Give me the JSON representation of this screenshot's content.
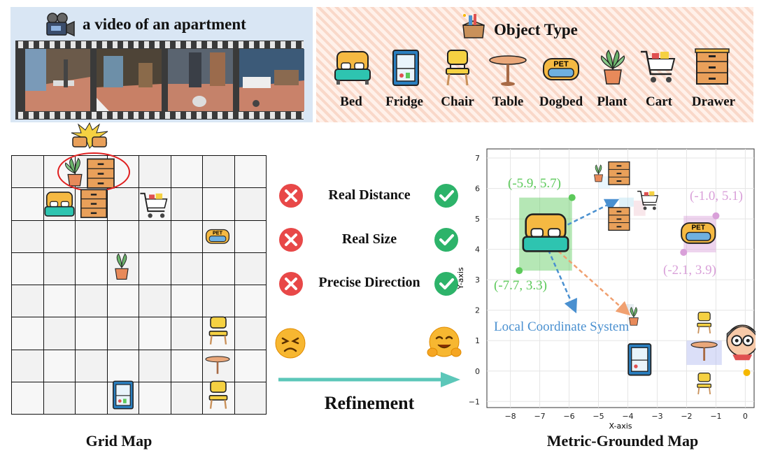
{
  "video": {
    "title": "a video of an apartment",
    "icon": "video-camera-icon"
  },
  "object_type": {
    "title": "Object Type",
    "icon": "box-icon",
    "items": [
      {
        "label": "Bed",
        "icon": "bed-icon"
      },
      {
        "label": "Fridge",
        "icon": "fridge-icon"
      },
      {
        "label": "Chair",
        "icon": "chair-icon"
      },
      {
        "label": "Table",
        "icon": "table-icon"
      },
      {
        "label": "Dogbed",
        "icon": "dogbed-icon"
      },
      {
        "label": "Plant",
        "icon": "plant-icon"
      },
      {
        "label": "Cart",
        "icon": "cart-icon"
      },
      {
        "label": "Drawer",
        "icon": "drawer-icon"
      }
    ]
  },
  "dogbed_text": "PET",
  "grid_map": {
    "label": "Grid Map",
    "rows": 8,
    "cols": 8
  },
  "comparison": {
    "rows": [
      {
        "label": "Real Distance"
      },
      {
        "label": "Real Size"
      },
      {
        "label": "Precise Direction"
      }
    ],
    "refinement_label": "Refinement"
  },
  "metric_map": {
    "label": "Metric-Grounded Map",
    "xlabel": "X-axis",
    "ylabel": "Y-axis",
    "xlim": [
      -8.8,
      0.3
    ],
    "ylim": [
      -1.2,
      7.3
    ],
    "xticks": [
      "−8",
      "−7",
      "−6",
      "−5",
      "−4",
      "−3",
      "−2",
      "−1",
      "0"
    ],
    "yticks": [
      "−1",
      "0",
      "1",
      "2",
      "3",
      "4",
      "5",
      "6",
      "7"
    ],
    "coords": {
      "bed_top": "(-5.9, 5.7)",
      "bed_bottom": "(-7.7, 3.3)",
      "dogbed_top": "(-1.0, 5.1)",
      "dogbed_bottom": "(-2.1, 3.9)"
    },
    "local_coord_label": "Local Coordinate System",
    "colors": {
      "bed": "#5cc95a",
      "dogbed": "#d9a0d9",
      "arrow_blue": "#4a90d0",
      "arrow_orange": "#f0a070",
      "agent_dot": "#f5b800"
    }
  }
}
